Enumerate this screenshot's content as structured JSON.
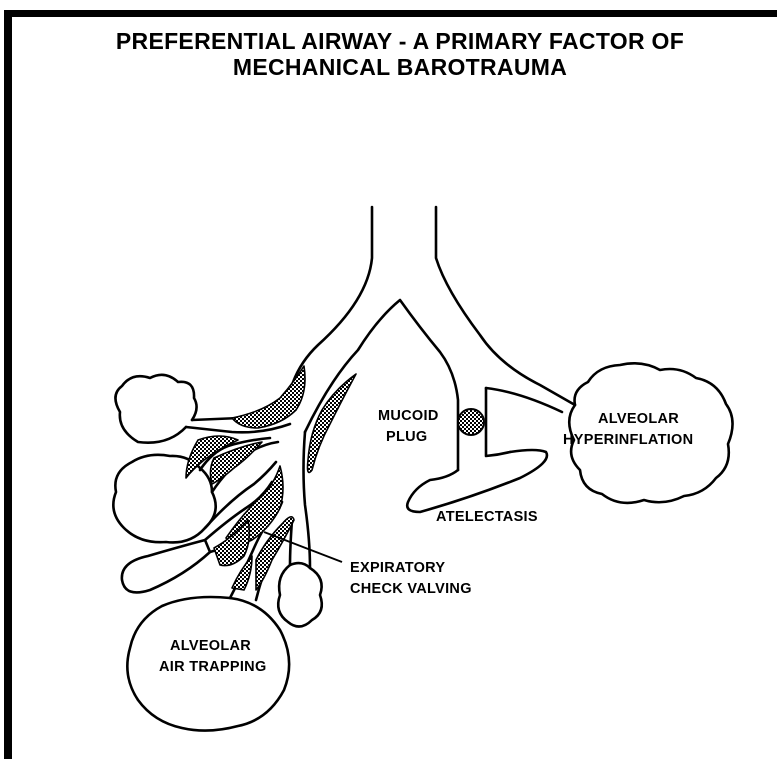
{
  "title": {
    "line1": "PREFERENTIAL AIRWAY - A PRIMARY FACTOR OF",
    "line2": "MECHANICAL BAROTRAUMA"
  },
  "labels": {
    "mucoid_line1": "MUCOID",
    "mucoid_line2": "PLUG",
    "hyper_line1": "ALVEOLAR",
    "hyper_line2": "HYPERINFLATION",
    "atelectasis": "ATELECTASIS",
    "check_line1": "EXPIRATORY",
    "check_line2": "CHECK VALVING",
    "trapping_line1": "ALVEOLAR",
    "trapping_line2": "AIR TRAPPING"
  },
  "colors": {
    "ink": "#000000",
    "background": "#ffffff"
  }
}
